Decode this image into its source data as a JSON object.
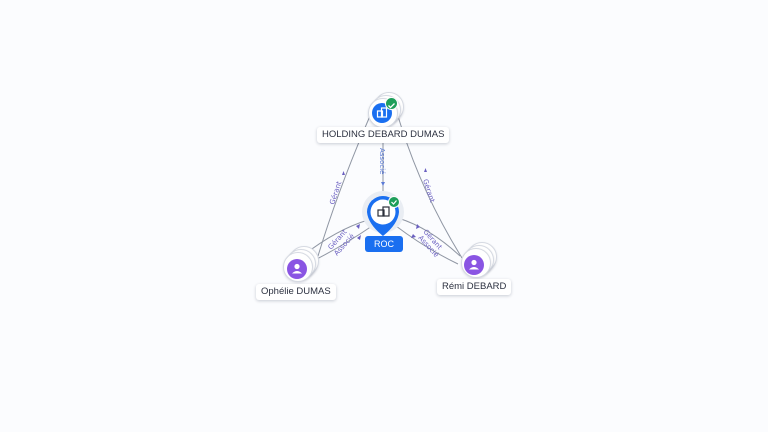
{
  "nodes": {
    "holding": {
      "label": "HOLDING DEBARD DUMAS",
      "icon": "building-icon",
      "verified": true
    },
    "roc": {
      "label": "ROC",
      "icon": "building-icon",
      "verified": true
    },
    "ophelie": {
      "label": "Ophélie DUMAS",
      "icon": "person-icon"
    },
    "remi": {
      "label": "Rémi DEBARD",
      "icon": "person-icon"
    }
  },
  "edges": {
    "holding_roc": "Associé",
    "ophelie_holding": "Gérant",
    "remi_holding": "Gérant",
    "ophelie_roc_1": "Gérant",
    "ophelie_roc_2": "Associé",
    "remi_roc_1": "Gérant",
    "remi_roc_2": "Associé"
  },
  "colors": {
    "company": "#1a6ff0",
    "person": "#8a55e3",
    "verified": "#1e9e5a",
    "edge_label": "#6a5fc1"
  }
}
